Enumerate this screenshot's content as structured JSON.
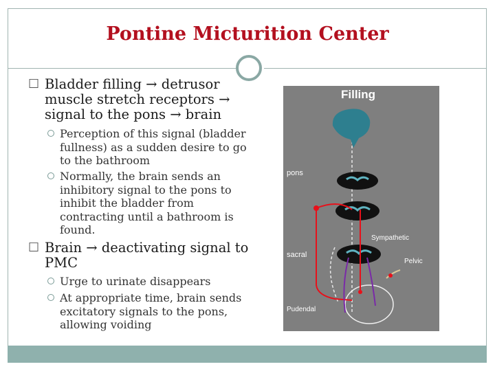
{
  "slide": {
    "title": "Pontine Micturition Center",
    "bullets": [
      {
        "lines": [
          "Bladder filling → detrusor",
          "muscle stretch receptors →",
          "signal to the pons → brain"
        ],
        "subs": [
          {
            "lines": [
              "Perception of this signal (bladder",
              "fullness) as a sudden desire to go",
              "to the bathroom"
            ]
          },
          {
            "lines": [
              "Normally, the brain sends an",
              "inhibitory signal to the pons to",
              "inhibit the bladder from",
              "contracting until a bathroom is",
              "found."
            ]
          }
        ]
      },
      {
        "lines": [
          "Brain → deactivating signal to",
          "PMC"
        ],
        "subs": [
          {
            "lines": [
              "Urge to urinate disappears"
            ]
          },
          {
            "lines": [
              "At appropriate time, brain sends",
              "excitatory signals to the pons,",
              "allowing voiding"
            ]
          }
        ]
      }
    ]
  },
  "figure": {
    "labels": {
      "filling": "Filling",
      "pons": "pons",
      "sympathetic": "Sympathetic",
      "sacral": "sacral",
      "pelvic": "Pelvic",
      "pudendal": "Pudendal"
    },
    "colors": {
      "background": "#7f7f7f",
      "brain": "#2e7f8f",
      "spinal": "#111111",
      "afferent": "#e8101a",
      "efferent": "#7a2aa8",
      "dashed": "#e8e8e8"
    }
  },
  "theme": {
    "title_color": "#b3101f",
    "accent": "#8fb1ad"
  }
}
